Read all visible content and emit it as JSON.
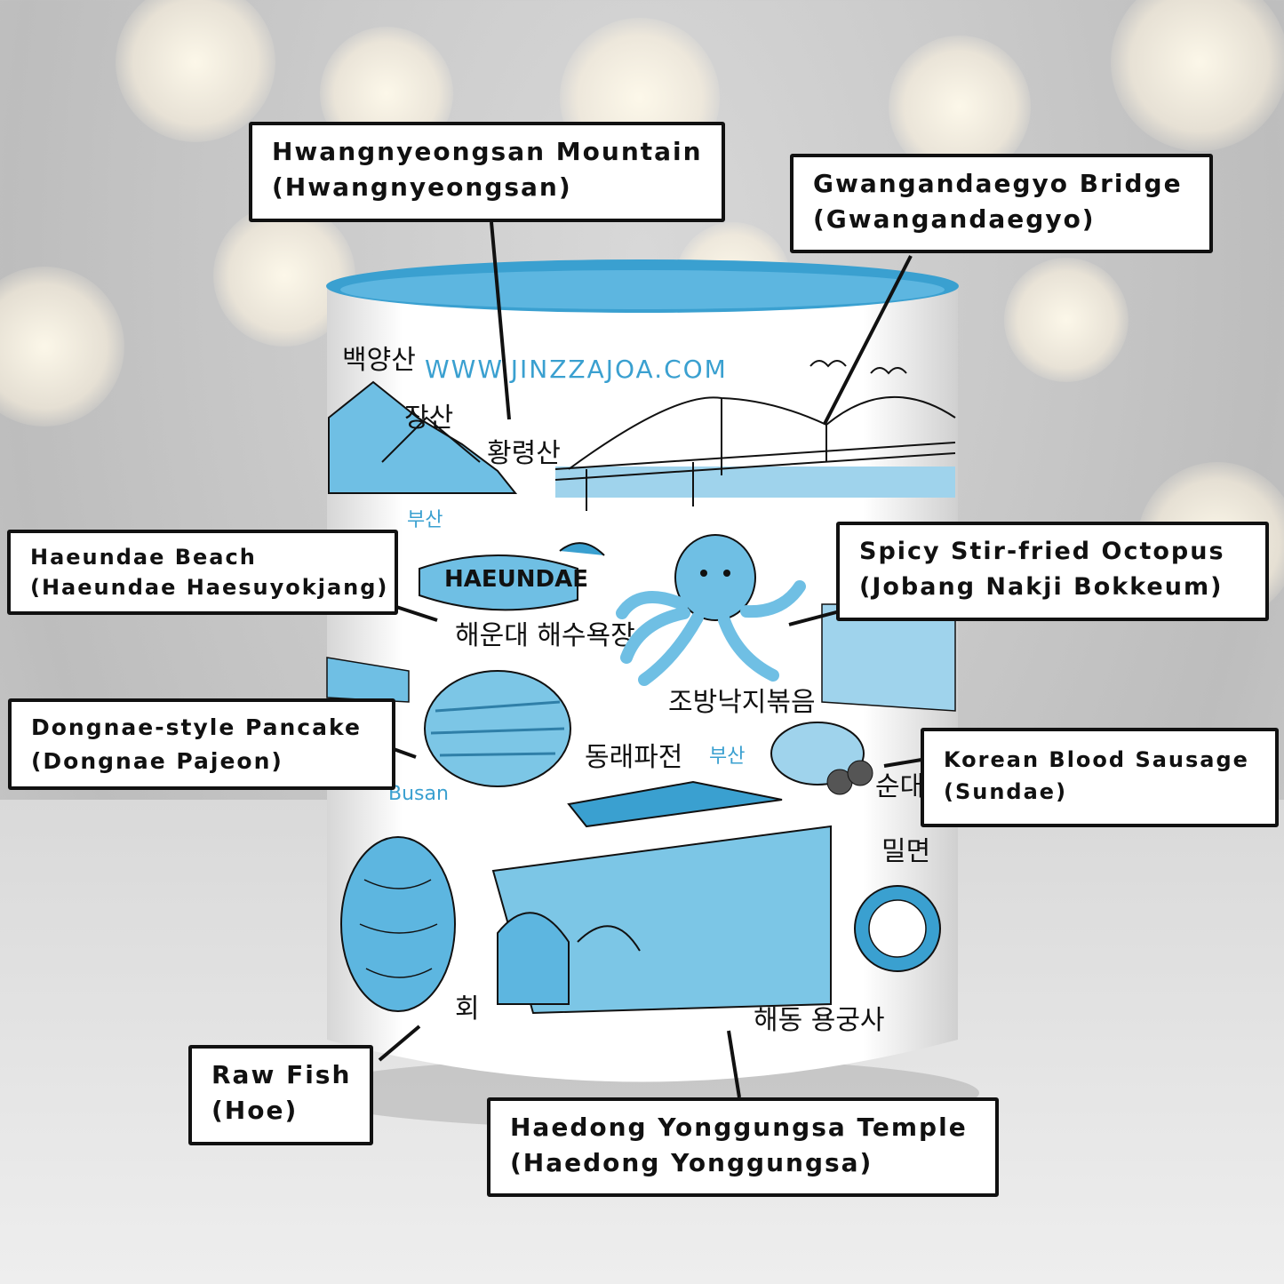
{
  "mug": {
    "website": "WWW.JINZZAJOA.COM",
    "haeundae_sign": "HAEUNDAE",
    "ko_labels": {
      "hwangnyeongsan": "황령산",
      "jangsan": "장산",
      "baekyangsan": "백양산",
      "haeundae": "해운대 해수욕장",
      "nakji": "조방낙지볶음",
      "pajeon": "동래파전",
      "sundae": "순대",
      "milmyeon": "밀면",
      "hoe": "회",
      "yonggungsa": "해동 용궁사",
      "busan_ko": "부산",
      "busan_en": "Busan"
    }
  },
  "callouts": [
    {
      "id": "hwangnyeongsan",
      "line1": "Hwangnyeongsan Mountain",
      "line2": "(Hwangnyeongsan)"
    },
    {
      "id": "gwangan",
      "line1": "Gwangandaegyo Bridge",
      "line2": "(Gwangandaegyo)"
    },
    {
      "id": "haeundae",
      "line1": "Haeundae Beach",
      "line2": "(Haeundae Haesuyokjang)"
    },
    {
      "id": "nakji",
      "line1": "Spicy Stir-fried Octopus",
      "line2": "(Jobang Nakji Bokkeum)"
    },
    {
      "id": "pajeon",
      "line1": "Dongnae-style Pancake",
      "line2": "(Dongnae Pajeon)"
    },
    {
      "id": "sundae",
      "line1": "Korean Blood Sausage",
      "line2": "(Sundae)"
    },
    {
      "id": "hoe",
      "line1": "Raw Fish",
      "line2": "(Hoe)"
    },
    {
      "id": "yonggungsa",
      "line1": "Haedong Yonggungsa Temple",
      "line2": "(Haedong Yonggungsa)"
    }
  ],
  "colors": {
    "accent": "#3aa0d0",
    "accent_light": "#9fd3ec",
    "ink": "#111111"
  }
}
